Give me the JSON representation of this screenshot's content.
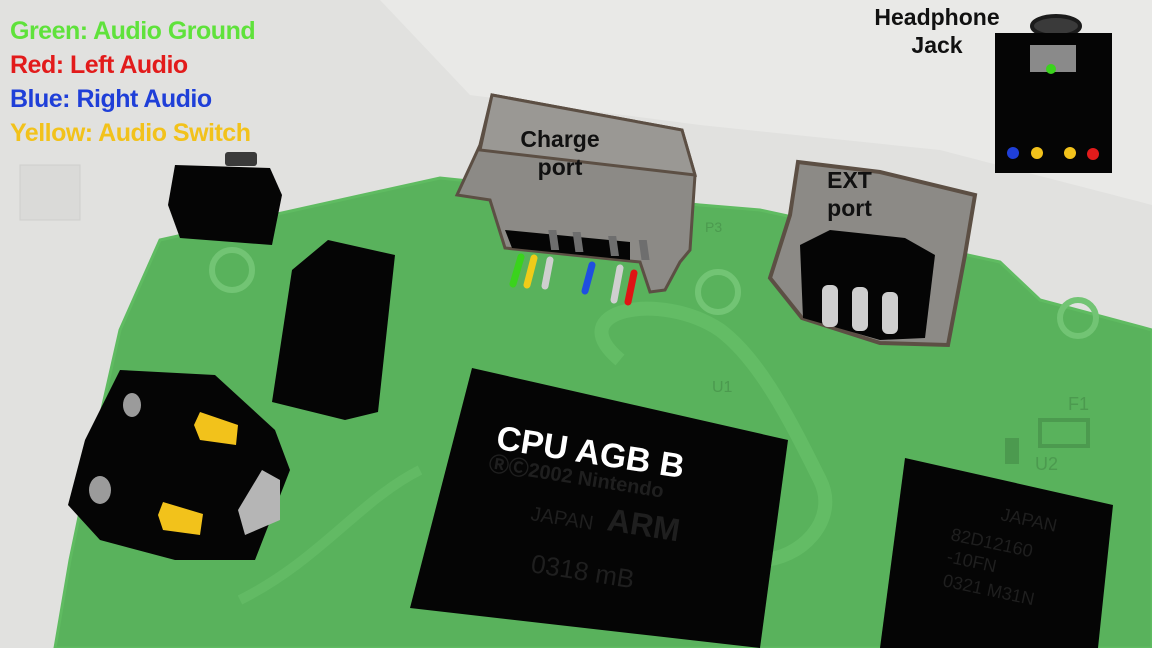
{
  "legend": [
    {
      "text": "Green: Audio Ground",
      "color": "#5fe23b"
    },
    {
      "text": "Red: Left Audio",
      "color": "#e21b1b"
    },
    {
      "text": "Blue: Right Audio",
      "color": "#1f3fd8"
    },
    {
      "text": "Yellow: Audio Switch",
      "color": "#f2c21b"
    }
  ],
  "labels": {
    "charge_port": "Charge\nport",
    "ext_port": "EXT\nport",
    "headphone_jack": "Headphone\nJack",
    "cpu": "CPU AGB B"
  },
  "board_marks": {
    "copyright": "ⓇⒸ2002 Nintendo",
    "country": "JAPAN",
    "brand": "ARM",
    "code": "0318 mB",
    "chip2_lines": [
      "JAPAN",
      "82D12160",
      "-10FN",
      "0321 M31N"
    ],
    "ref_p3": "P3",
    "ref_f1": "F1",
    "ref_u2": "U2",
    "ref_u1": "U1"
  },
  "colors": {
    "pcb_green": "#59b25c",
    "pcb_green_dark": "#4a9d4e",
    "chip_black": "#050505",
    "port_gray": "#8c8a86",
    "port_outline": "#5c4f44",
    "wire_green": "#3ad31c",
    "wire_yellow": "#f0cc19",
    "wire_blue": "#1f4fe0",
    "wire_red": "#e01414",
    "wire_gray": "#cfcfcf"
  }
}
